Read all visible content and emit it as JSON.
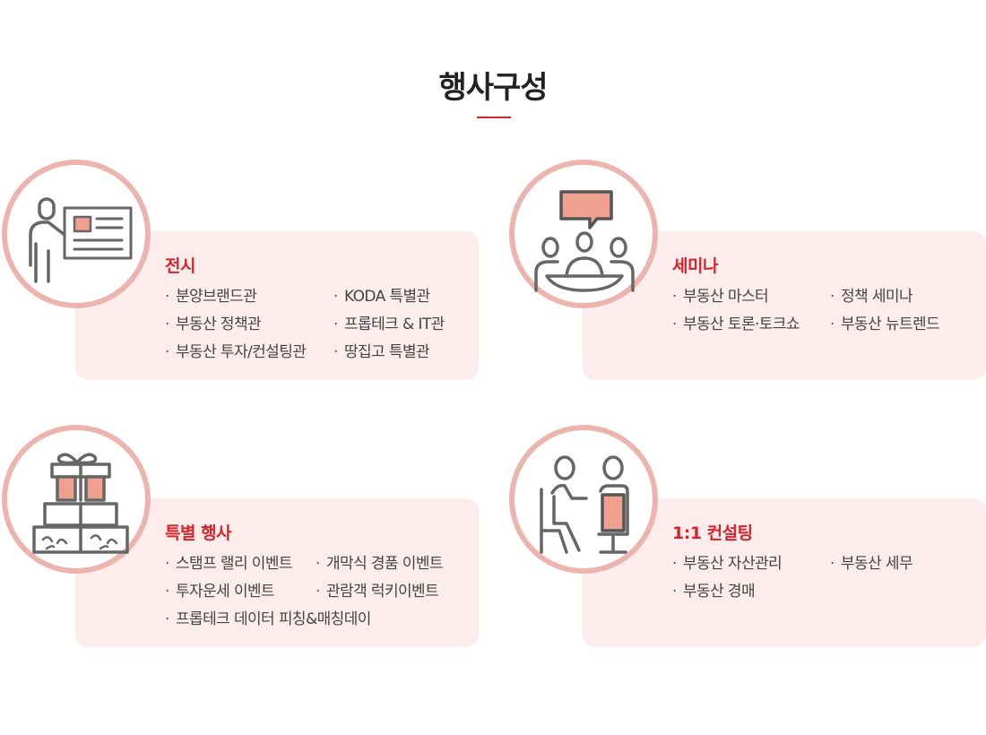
{
  "page": {
    "title": "행사구성",
    "accent_color": "#d7232b",
    "circle_border_color": "#edb4ae",
    "card_bg_color": "#fcedec",
    "icon_fill_color": "#f0a08f",
    "icon_stroke_color": "#666666"
  },
  "sections": [
    {
      "title": "전시",
      "icon": "presentation-board-icon",
      "col1": [
        "분양브랜드관",
        "부동산 정책관",
        "부동산 투자/컨설팅관"
      ],
      "col2": [
        "KODA 특별관",
        "프롭테크 & IT관",
        "땅집고 특별관"
      ]
    },
    {
      "title": "세미나",
      "icon": "seminar-meeting-icon",
      "col1": [
        "부동산 마스터",
        "부동산 토론·토크쇼"
      ],
      "col2": [
        "정책 세미나",
        "부동산 뉴트렌드"
      ]
    },
    {
      "title": "특별 행사",
      "icon": "gift-boxes-icon",
      "col1": [
        "스탬프 랠리 이벤트",
        "투자운세 이벤트",
        "프롭테크 데이터 피칭&매칭데이"
      ],
      "col2": [
        "개막식 경품 이벤트",
        "관람객 럭키이벤트"
      ]
    },
    {
      "title": "1:1 컨설팅",
      "icon": "consulting-people-icon",
      "col1": [
        "부동산 자산관리",
        "부동산 경매"
      ],
      "col2": [
        "부동산 세무"
      ]
    }
  ]
}
